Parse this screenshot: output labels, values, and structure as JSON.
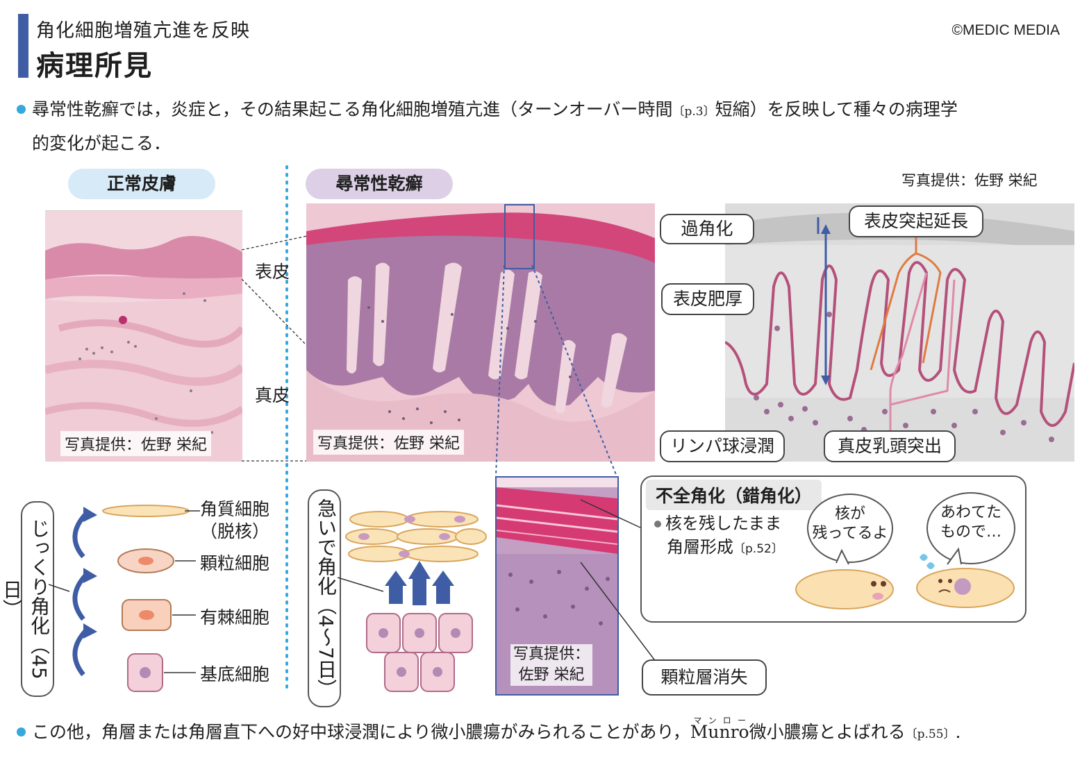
{
  "header": {
    "subtitle": "角化細胞増殖亢進を反映",
    "title": "病理所見",
    "copyright": "©MEDIC MEDIA"
  },
  "intro": {
    "line1_pre": "尋常性乾癬では，炎症と，その結果起こる角化細胞増殖亢進（ターンオーバー時間",
    "line1_ref": "〔p.3〕",
    "line1_post": "短縮）を反映して種々の病理学",
    "line2": "的変化が起こる．"
  },
  "normal": {
    "label": "正常皮膚",
    "photo_credit": "写真提供：佐野 栄紀",
    "colors": {
      "label_bg": "#d7eaf7"
    }
  },
  "psoriasis": {
    "label": "尋常性乾癬",
    "photo_credit": "写真提供：佐野 栄紀",
    "colors": {
      "label_bg": "#ddd0e6"
    }
  },
  "top_credit": "写真提供：佐野 栄紀",
  "layers": {
    "epidermis": "表皮",
    "dermis": "真皮"
  },
  "diagram_labels": {
    "hyperkeratosis": "過角化",
    "rete_elongation": "表皮突起延長",
    "acanthosis": "表皮肥厚",
    "lymphocyte": "リンパ球浸潤",
    "papillomatosis": "真皮乳頭突出"
  },
  "normal_cells": {
    "slow": "じっくり角化（45日）",
    "items": [
      {
        "line1": "角質細胞",
        "line2": "（脱核）"
      },
      {
        "line1": "顆粒細胞"
      },
      {
        "line1": "有棘細胞"
      },
      {
        "line1": "基底細胞"
      }
    ]
  },
  "psoriasis_cells": {
    "fast": "急いで角化（4〜7日）"
  },
  "zoom": {
    "credit_line1": "写真提供：",
    "credit_line2": "佐野 栄紀",
    "granular_loss": "顆粒層消失"
  },
  "parakeratosis": {
    "title": "不全角化（錯角化）",
    "text_line1": "核を残したまま",
    "text_line2": "角層形成",
    "text_ref": "〔p.52〕",
    "bubble1_line1": "核が",
    "bubble1_line2": "残ってるよ",
    "bubble2_line1": "あわてた",
    "bubble2_line2": "もので…"
  },
  "footer": {
    "pre": "この他，角層または角層直下への好中球浸潤により微小膿瘍がみられることがあり，",
    "munro": "Munro",
    "ruby": "マンロー",
    "post": "微小膿瘍とよばれる",
    "ref": "〔p.55〕",
    "end": "."
  },
  "colors": {
    "accent_bar": "#3f5da4",
    "bullet": "#35a8dd",
    "arrow_blue": "#3f5da4",
    "outline_pink": "#b5507a",
    "arrow_orange": "#e07a40"
  }
}
